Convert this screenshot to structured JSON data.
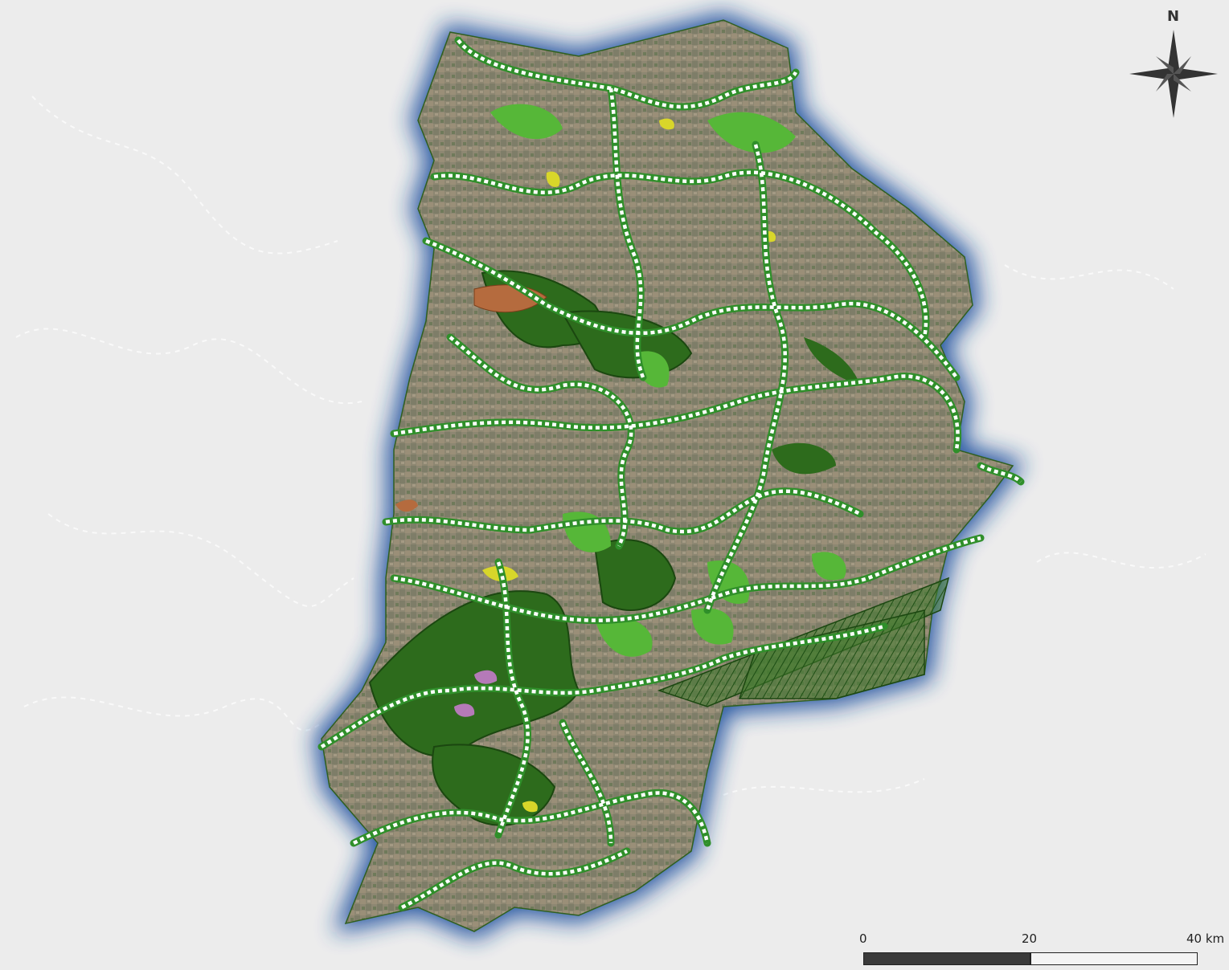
{
  "map": {
    "north_label": "N",
    "scale": {
      "labels": [
        "0",
        "20",
        "40 km"
      ]
    },
    "colors": {
      "outer_background": "#ececec",
      "halo": "#1e4f9e",
      "territory": "#8d8772",
      "forest_dark": "#2d6b1c",
      "forest_light": "#56b738",
      "yellow_patch": "#d8d62a",
      "brown_patch": "#b56b3e",
      "purple_patch": "#b57ab8",
      "corridor": "#ffffff",
      "corridor_border": "#2f8f2a"
    },
    "icons": [
      "compass-rose-icon"
    ]
  }
}
